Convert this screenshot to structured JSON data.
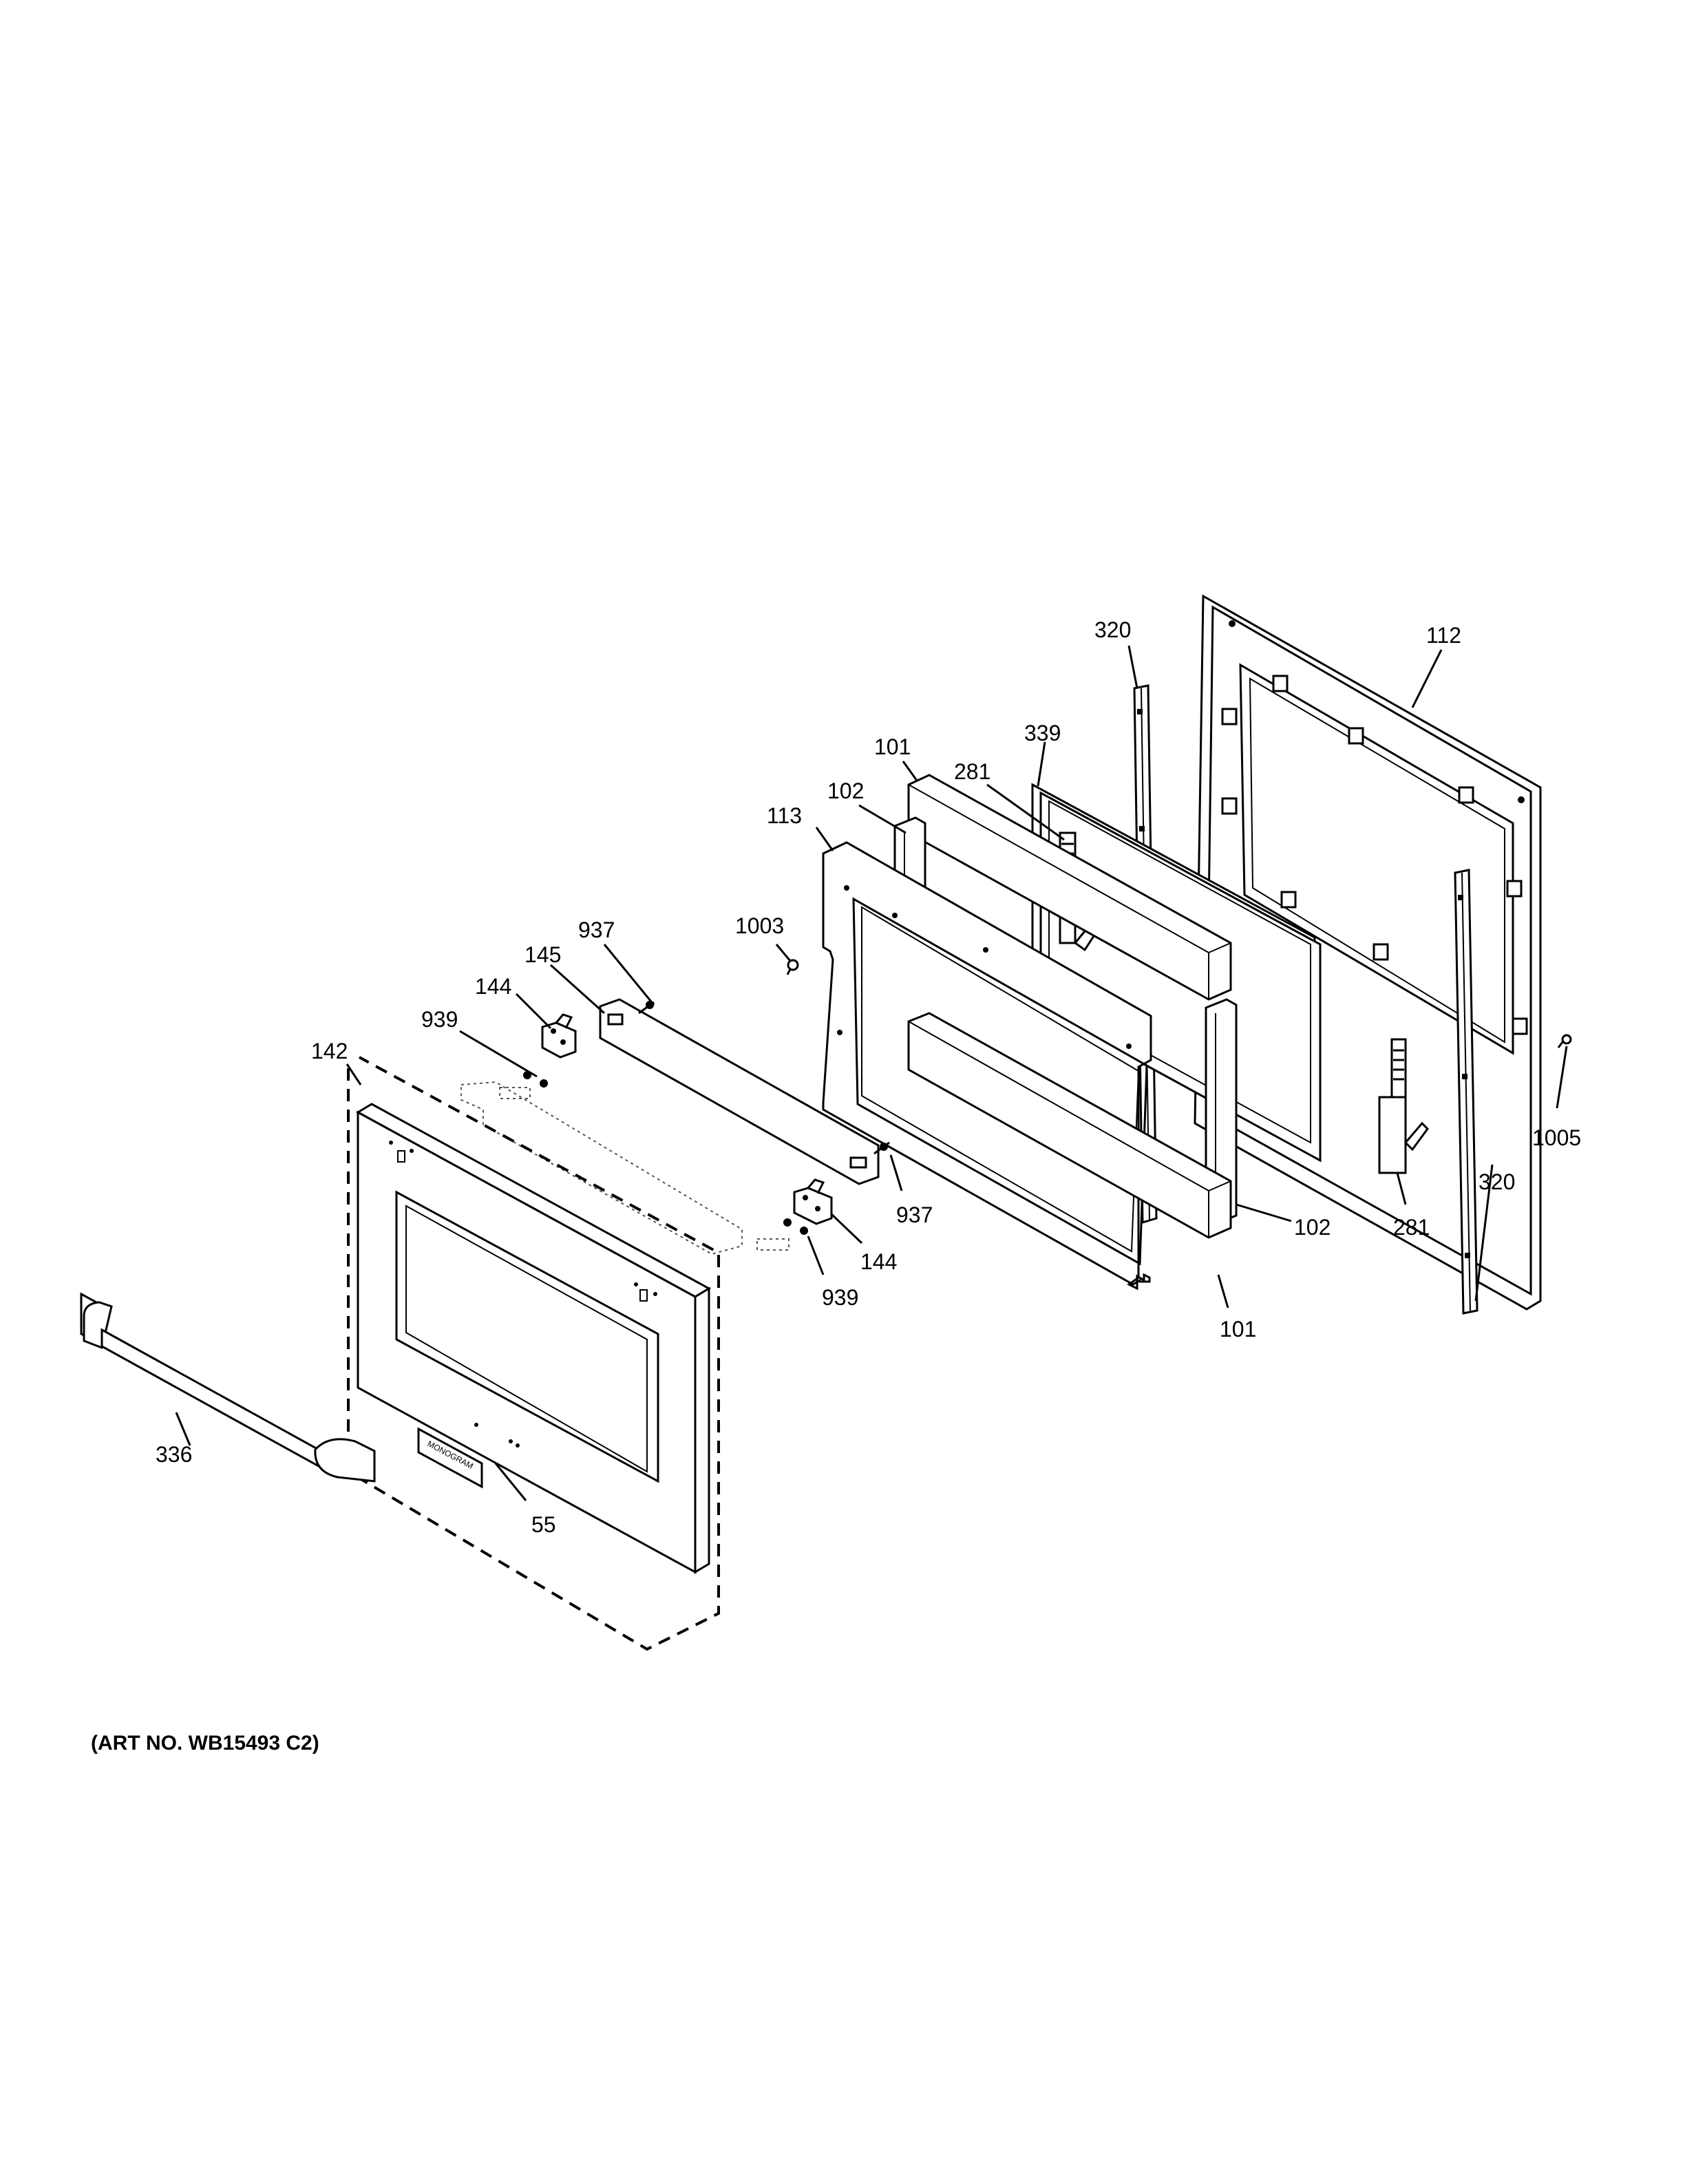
{
  "diagram": {
    "art_no": "(ART NO. WB15493 C2)",
    "badge_text": "MONOGRAM",
    "callouts": {
      "c112": "112",
      "c320_top": "320",
      "c339": "339",
      "c281_top": "281",
      "c101_top": "101",
      "c102_top": "102",
      "c113": "113",
      "c1003": "1003",
      "c937_top": "937",
      "c145": "145",
      "c144_top": "144",
      "c939_top": "939",
      "c142": "142",
      "c937_bottom": "937",
      "c144_bottom": "144",
      "c939_bottom": "939",
      "c102_bottom": "102",
      "c101_bottom": "101",
      "c281_bottom": "281",
      "c320_bottom": "320",
      "c1005": "1005",
      "c336": "336",
      "c55": "55"
    }
  }
}
